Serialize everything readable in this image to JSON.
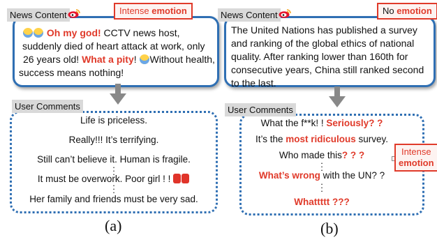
{
  "panel_a": {
    "news_tag": "News Content",
    "emotion_label_pre": "Intense ",
    "emotion_label_bold": "emotion",
    "news_lines": [
      [
        "",
        "Oh my god!",
        " CCTV news host,"
      ],
      [
        "suddenly died of heart attack at work, only",
        "",
        ""
      ],
      [
        "26 years old! ",
        "What a pity",
        "! "
      ],
      [
        "success means nothing!",
        "",
        ""
      ]
    ],
    "news_line3_tail": "Without health,",
    "comments_tag": "User Comments",
    "comments": [
      "Life is priceless.",
      "Really!!! It’s terrifying.",
      "Still can’t believe it. Human is fragile.",
      "It must be overwork. Poor girl ! !",
      "Her family and friends must be very sad."
    ],
    "caption": "(a)"
  },
  "panel_b": {
    "news_tag": "News Content",
    "emotion_label_pre": "No ",
    "emotion_label_bold": "emotion",
    "news_lines": [
      "The United Nations has published a survey",
      "and ranking of the global ethics of national",
      "quality. After ranking lower than 160th for",
      "consecutive years, China still ranked second",
      "to the last."
    ],
    "comments_tag": "User Comments",
    "comments": [
      {
        "pre": "What the f**k! ! ",
        "red": "Seriously? ?",
        "post": ""
      },
      {
        "pre": "It’s the ",
        "red": "most ridiculous",
        "post": " survey."
      },
      {
        "pre": "Who made this",
        "red": "? ? ?",
        "post": ""
      },
      {
        "pre": "",
        "red": "What’s wrong",
        "post": " with the UN? ?"
      },
      {
        "pre": "",
        "red": "Whattttt ???",
        "post": ""
      }
    ],
    "side_label_line1": "Intense",
    "side_label_line2": "emotion",
    "caption": "(b)"
  },
  "colors": {
    "border_blue": "#2f6fb3",
    "emphasis_red": "#e03a2a",
    "arrow_gray": "#888888",
    "tag_gray": "#d9d9d9"
  },
  "icons": [
    "weibo-icon",
    "scream-emoji",
    "fearful-emoji",
    "red-envelope-emoji"
  ]
}
